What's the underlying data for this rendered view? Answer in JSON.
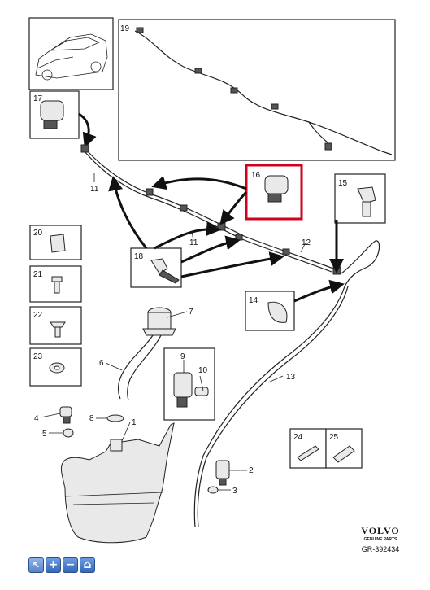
{
  "callouts": {
    "p1": "1",
    "p2": "2",
    "p3": "3",
    "p4": "4",
    "p5": "5",
    "p6": "6",
    "p7": "7",
    "p8": "8",
    "p9": "9",
    "p10": "10",
    "p11a": "11",
    "p11b": "11",
    "p12": "12",
    "p13": "13",
    "p14": "14",
    "p15": "15",
    "p16": "16",
    "p17": "17",
    "p18": "18",
    "p19": "19",
    "p20": "20",
    "p21": "21",
    "p22": "22",
    "p23": "23",
    "p24": "24",
    "p25": "25"
  },
  "highlight": {
    "part": "16",
    "color": "#d0021b"
  },
  "branding": {
    "logo": "VOLVO",
    "tagline": "GENUINE PARTS",
    "reference": "GR-392434"
  },
  "toolbar": {
    "buttons": [
      {
        "icon": "cursor-icon",
        "glyph": "↖"
      },
      {
        "icon": "zoom-in-icon",
        "glyph": "+"
      },
      {
        "icon": "zoom-out-icon",
        "glyph": "−"
      },
      {
        "icon": "home-icon",
        "glyph": "⌂"
      }
    ]
  }
}
